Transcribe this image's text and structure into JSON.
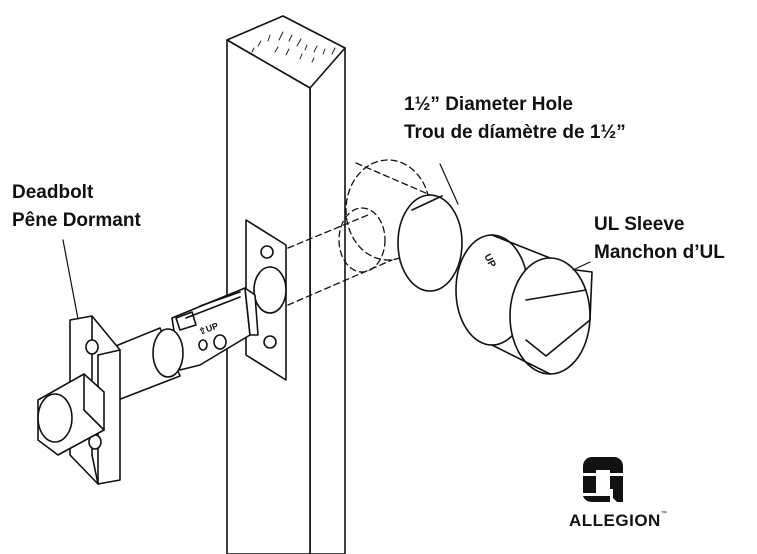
{
  "labels": {
    "deadbolt_en": "Deadbolt",
    "deadbolt_fr": "Pêne Dormant",
    "hole_en": "1½” Diameter Hole",
    "hole_fr": "Trou de díamètre de 1½”",
    "sleeve_en": "UL Sleeve",
    "sleeve_fr": "Manchon d’UL",
    "latch_up": "⇧UP",
    "sleeve_up": "UP"
  },
  "brand": {
    "name": "ALLEGION",
    "tm": "™"
  }
}
